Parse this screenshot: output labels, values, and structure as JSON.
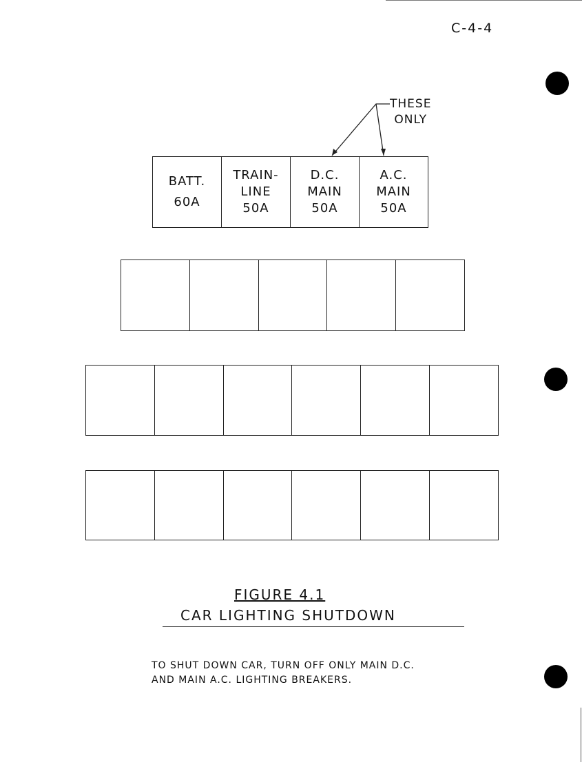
{
  "page_code": "C-4-4",
  "callout": {
    "line1": "THESE",
    "line2": "ONLY"
  },
  "breaker_panel": {
    "breakers": [
      {
        "name_line1": "BATT.",
        "name_line2": "",
        "rating": "60A"
      },
      {
        "name_line1": "TRAIN-",
        "name_line2": "LINE",
        "rating": "50A"
      },
      {
        "name_line1": "D.C.",
        "name_line2": "MAIN",
        "rating": "50A"
      },
      {
        "name_line1": "A.C.",
        "name_line2": "MAIN",
        "rating": "50A"
      }
    ]
  },
  "empty_rows": [
    {
      "cells": 5
    },
    {
      "cells": 6
    },
    {
      "cells": 6
    }
  ],
  "figure": {
    "title": "FIGURE 4.1",
    "caption": "CAR LIGHTING SHUTDOWN"
  },
  "note": {
    "line1": "TO SHUT DOWN CAR, TURN OFF ONLY MAIN D.C.",
    "line2": "AND MAIN A.C. LIGHTING BREAKERS."
  }
}
